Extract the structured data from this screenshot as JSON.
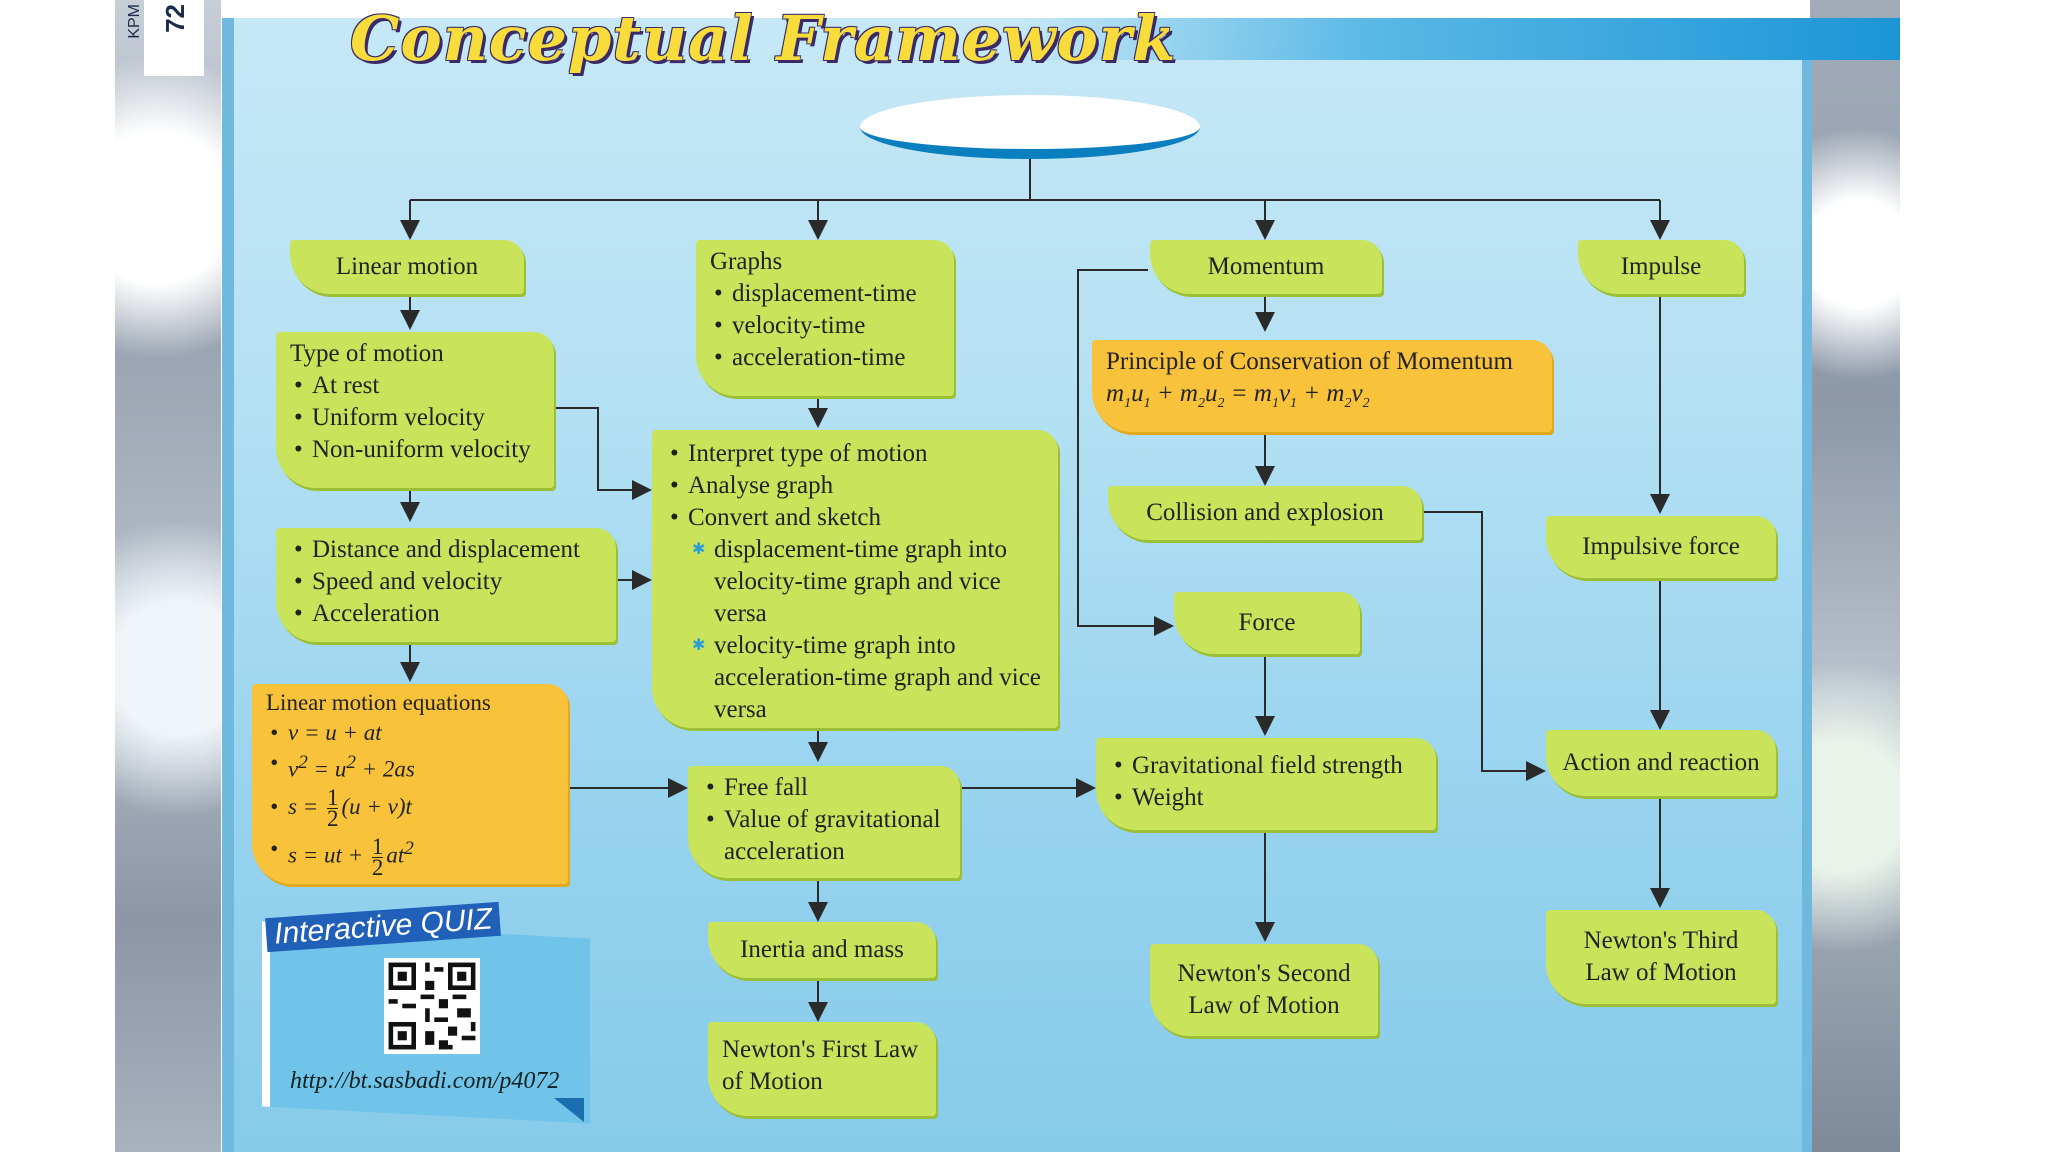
{
  "header": {
    "title": "Conceptual Framework",
    "page_number": "72",
    "publisher_mark": "KPM"
  },
  "root": {
    "label": ""
  },
  "linear": {
    "head": "Linear motion",
    "types_title": "Type of motion",
    "types": [
      "At rest",
      "Uniform velocity",
      "Non-uniform velocity"
    ],
    "quantities": [
      "Distance and displacement",
      "Speed and velocity",
      "Acceleration"
    ],
    "equations_title": "Linear motion equations"
  },
  "graphs": {
    "title": "Graphs",
    "items": [
      "displacement-time",
      "velocity-time",
      "acceleration-time"
    ],
    "analysis": [
      "Interpret type of motion",
      "Analyse graph",
      "Convert and sketch"
    ],
    "convert": [
      "displacement-time graph into velocity-time graph and vice versa",
      "velocity-time graph into acceleration-time graph and vice versa"
    ]
  },
  "freefall": {
    "items": [
      "Free fall",
      "Value of gravitational acceleration"
    ]
  },
  "inertia": "Inertia and mass",
  "newton1": "Newton's First Law of Motion",
  "momentum": {
    "head": "Momentum",
    "principle": "Principle of Conservation of Momentum",
    "collision": "Collision and explosion"
  },
  "force": "Force",
  "gravity": {
    "items": [
      "Gravitational field strength",
      "Weight"
    ]
  },
  "newton2": "Newton's Second Law of Motion",
  "impulse": {
    "head": "Impulse",
    "force": "Impulsive force",
    "action": "Action and reaction",
    "newton3": "Newton's Third Law of Motion"
  },
  "quiz": {
    "label": "Interactive QUIZ",
    "url": "http://bt.sasbadi.com/p4072"
  },
  "colors": {
    "node_green": "#c9e35b",
    "node_orange": "#f8c33b",
    "panel": "#b3e0f3",
    "title": "#f7dc3c"
  }
}
